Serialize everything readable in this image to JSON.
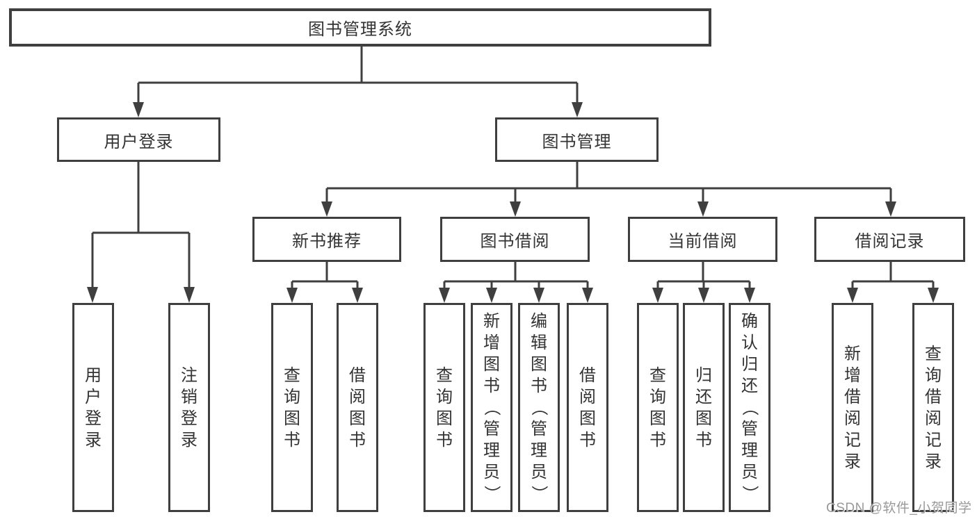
{
  "colors": {
    "line": "#3f3f3f",
    "box_border": "#3f3f3f",
    "text": "#333333",
    "background": "#ffffff",
    "watermark": "#949494"
  },
  "diagram": {
    "root": {
      "label": "图书管理系统"
    },
    "level2": {
      "user_login": {
        "label": "用户登录"
      },
      "book_mgmt": {
        "label": "图书管理"
      }
    },
    "level3": {
      "new_book_rec": {
        "label": "新书推荐"
      },
      "book_borrow": {
        "label": "图书借阅"
      },
      "current_borrow": {
        "label": "当前借阅"
      },
      "borrow_records": {
        "label": "借阅记录"
      }
    },
    "leaves": {
      "user_login_leaf": {
        "label": "用户登录"
      },
      "logout_leaf": {
        "label": "注销登录"
      },
      "rec_query_book": {
        "label": "查询图书"
      },
      "rec_borrow_book": {
        "label": "借阅图书"
      },
      "bb_query_book": {
        "label": "查询图书"
      },
      "bb_add_book": {
        "label": "新增图书（管理员）"
      },
      "bb_edit_book": {
        "label": "编辑图书（管理员）"
      },
      "bb_borrow_book": {
        "label": "借阅图书"
      },
      "cb_query_book": {
        "label": "查询图书"
      },
      "cb_return_book": {
        "label": "归还图书"
      },
      "cb_confirm_return": {
        "label": "确认归还（管理员）"
      },
      "br_add_record": {
        "label": "新增借阅记录"
      },
      "br_query_record": {
        "label": "查询借阅记录"
      }
    }
  },
  "watermark": {
    "text": "CSDN @软件_小贺同学"
  }
}
